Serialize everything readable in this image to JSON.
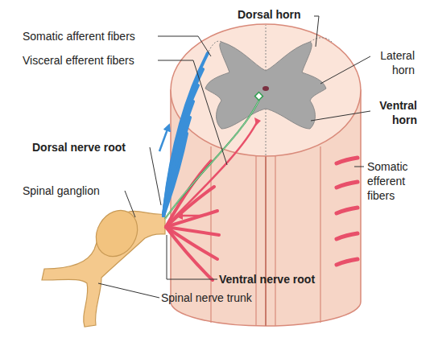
{
  "diagram": {
    "labels": [
      "Dorsal horn",
      "Somatic afferent fibers",
      "Lateral horn",
      "Visceral efferent fibers",
      "Ventral horn",
      "Dorsal nerve root",
      "Somatic efferent fibers",
      "Spinal ganglion",
      "Ventral nerve root",
      "Spinal nerve trunk"
    ]
  }
}
